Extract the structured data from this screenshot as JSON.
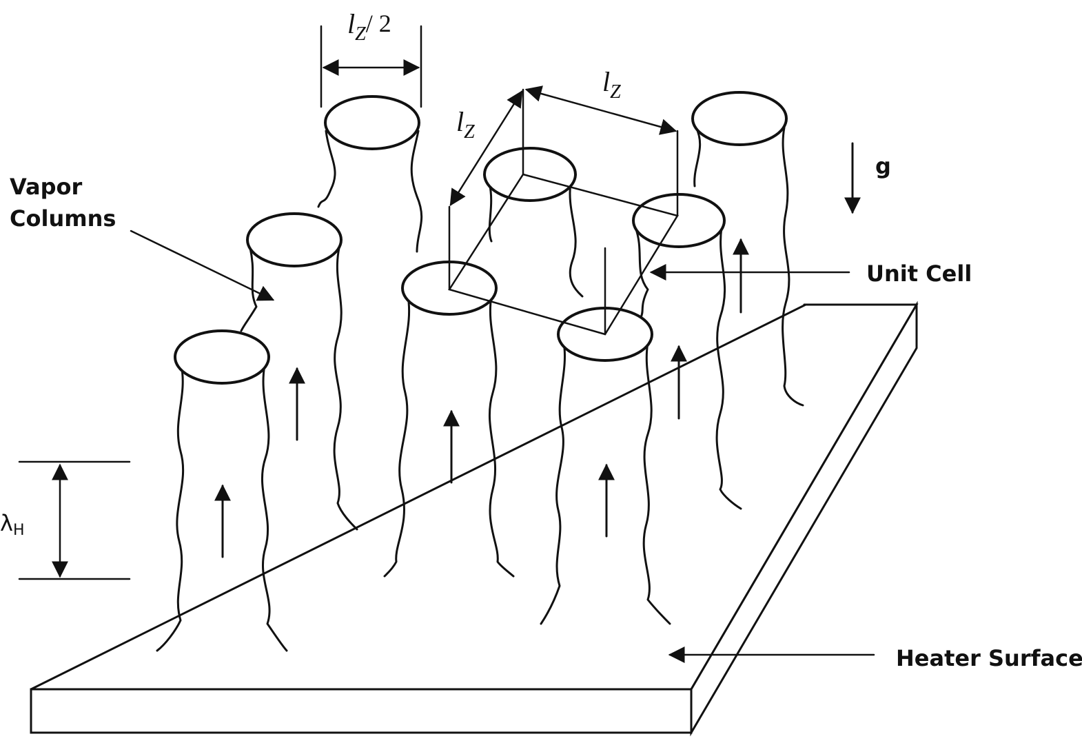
{
  "labels": {
    "vapor_columns_line1": "Vapor",
    "vapor_columns_line2": "Columns",
    "unit_cell": "Unit Cell",
    "heater_surface": "Heater Surface",
    "gravity": "g"
  },
  "dimensions": {
    "half_spacing": {
      "symbol": "l",
      "subscript": "Z",
      "suffix": "/ 2"
    },
    "spacing_a": {
      "symbol": "l",
      "subscript": "Z"
    },
    "spacing_b": {
      "symbol": "l",
      "subscript": "Z"
    },
    "wavelength": {
      "symbol": "λ",
      "subscript": "H"
    }
  }
}
